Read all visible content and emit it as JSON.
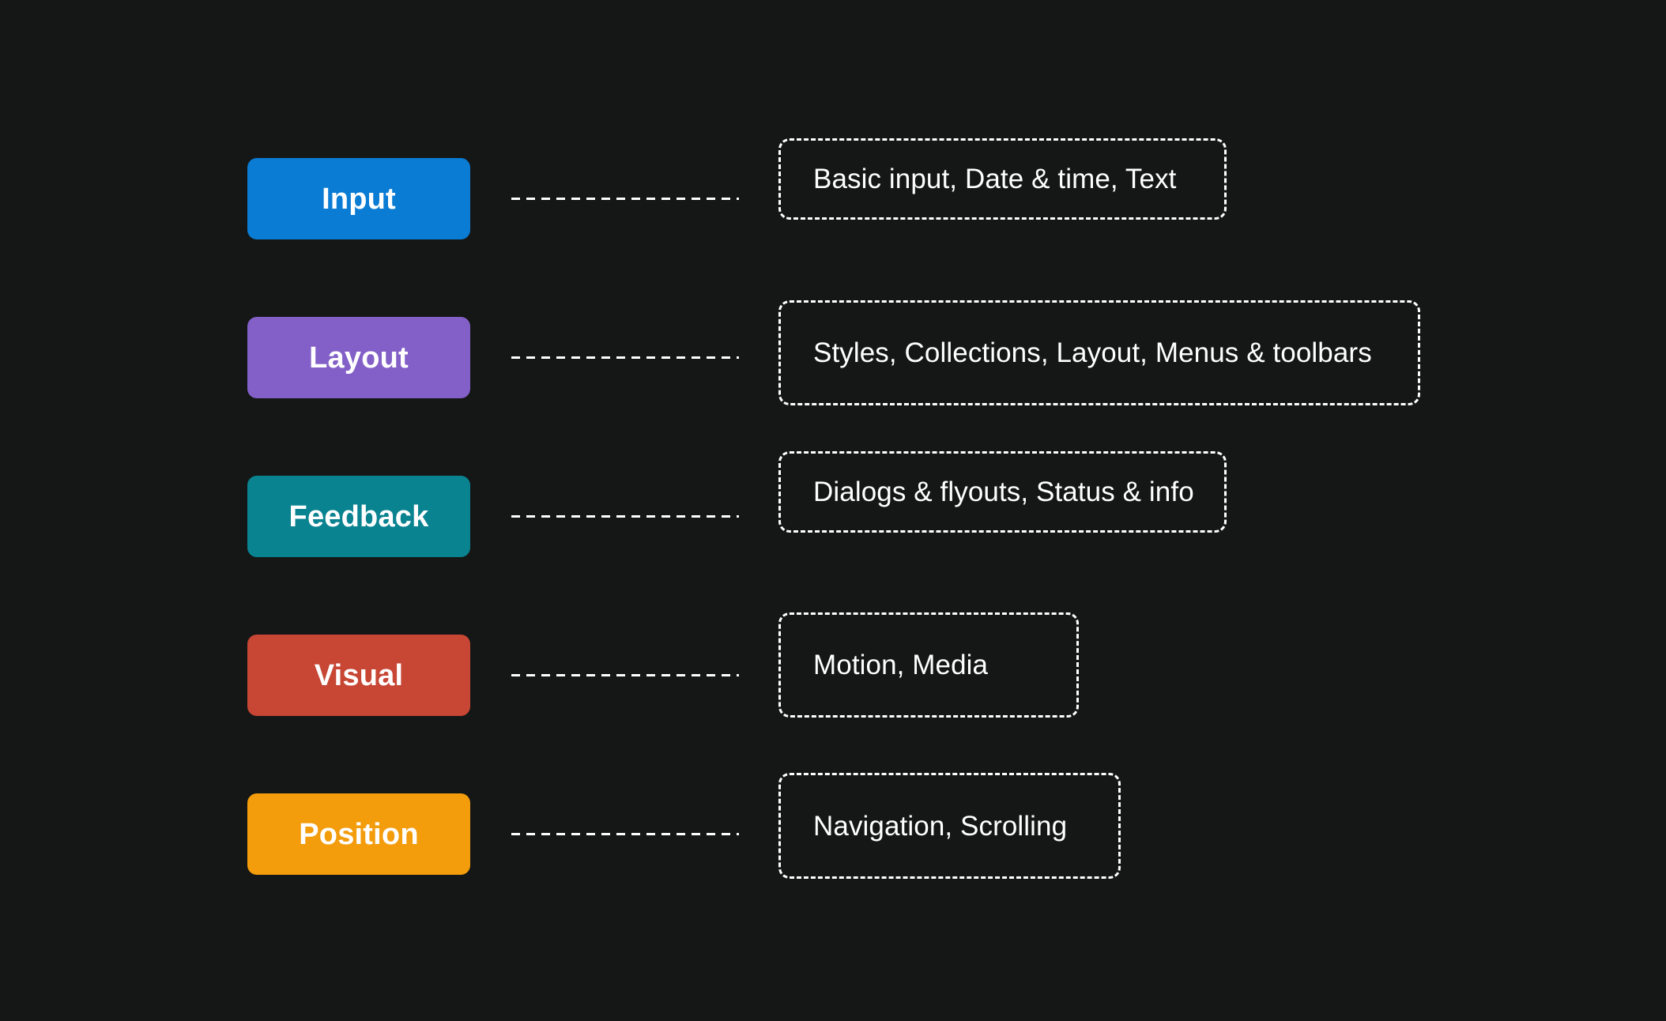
{
  "canvas": {
    "background_color": "#151717",
    "text_color": "#ffffff",
    "dash_color": "#ffffff"
  },
  "rows": [
    {
      "category": "Input",
      "color": "#0A7CD4",
      "connector": "dashed-line",
      "contents": "Basic input, Date & time, Text"
    },
    {
      "category": "Layout",
      "color": "#8360C8",
      "connector": "dashed-line",
      "contents": "Styles, Collections, Layout, Menus & toolbars"
    },
    {
      "category": "Feedback",
      "color": "#0A8391",
      "connector": "dashed-line",
      "contents": "Dialogs & flyouts, Status & info"
    },
    {
      "category": "Visual",
      "color": "#C74634",
      "connector": "dashed-line",
      "contents": "Motion, Media"
    },
    {
      "category": "Position",
      "color": "#F39C0C",
      "connector": "dashed-line",
      "contents": "Navigation, Scrolling"
    }
  ]
}
